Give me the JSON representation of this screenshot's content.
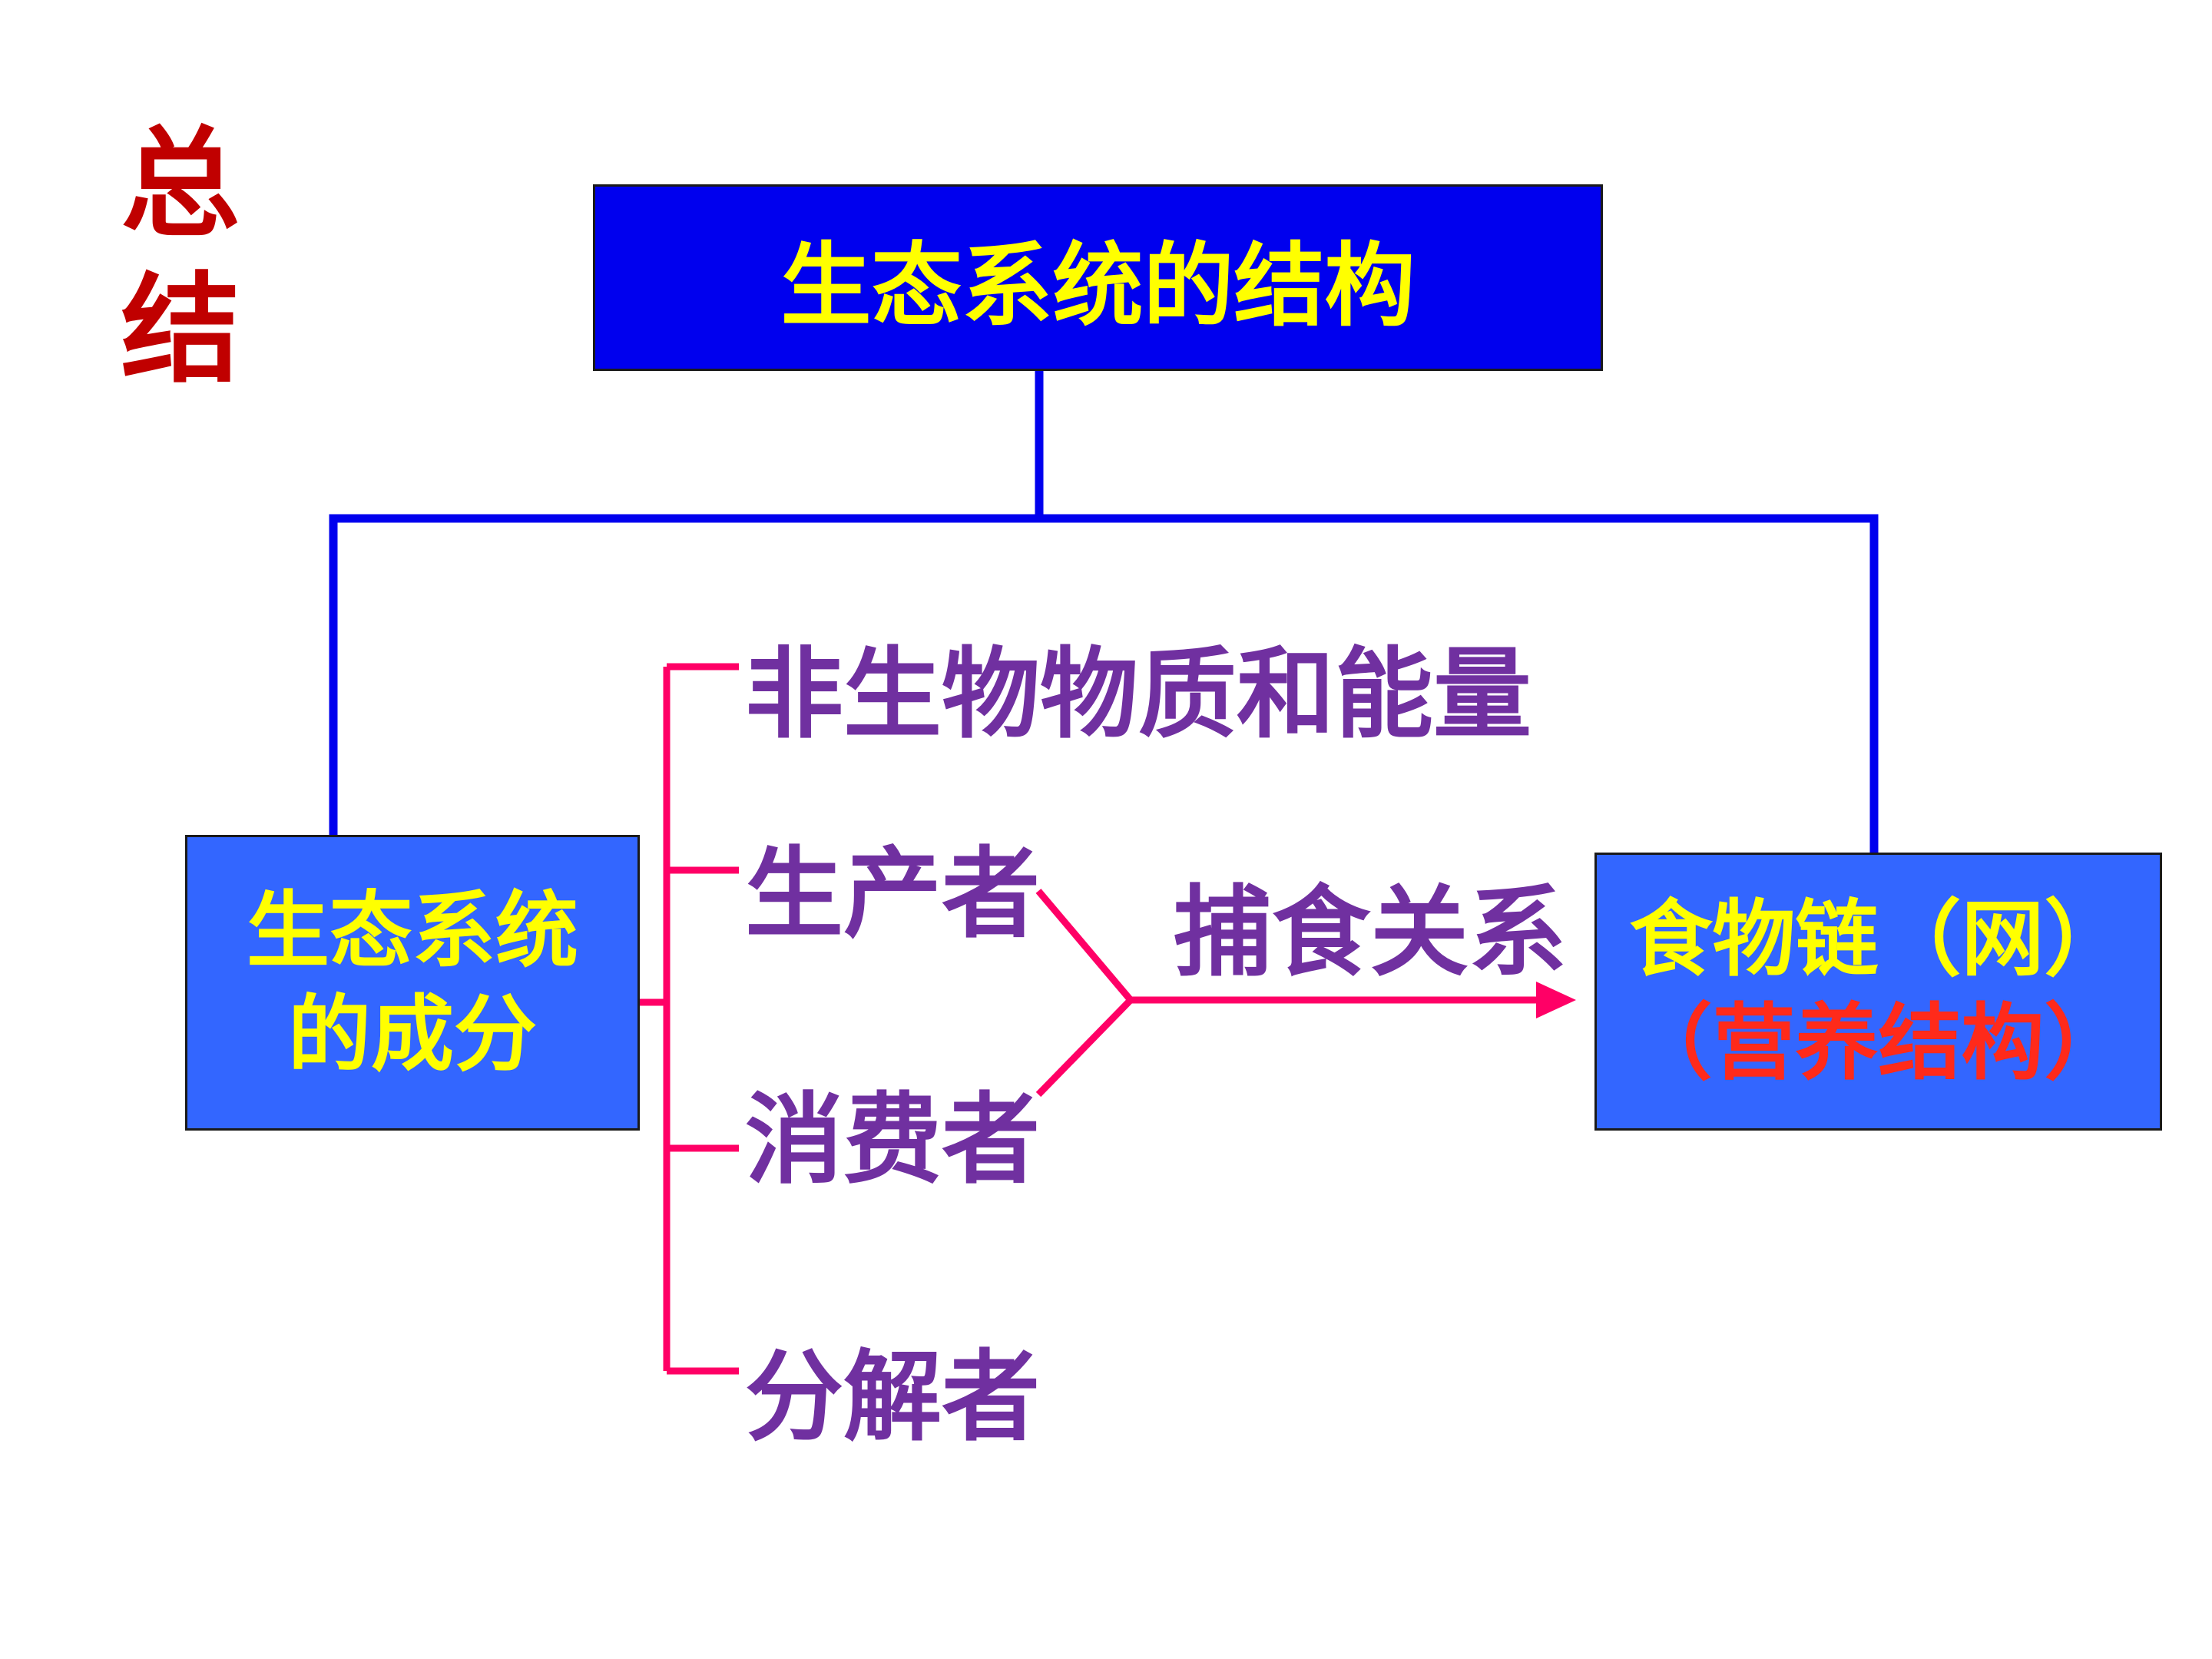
{
  "side_title": {
    "line1": "总",
    "line2": "结"
  },
  "root": {
    "label": "生态系统的结构"
  },
  "components_box": {
    "line1": "生态系统",
    "line2": "的成分"
  },
  "components": [
    "非生物物质和能量",
    "生产者",
    "消费者",
    "分解者"
  ],
  "relation_label": "捕食关系",
  "food_chain_box": {
    "line1": "食物链（网）",
    "line2": "（营养结构）"
  },
  "colors": {
    "title_red": "#c00000",
    "root_fill": "#0000ee",
    "box_fill": "#3366ff",
    "box_text": "#ffff00",
    "sub_text_red": "#ff2a1a",
    "component_text": "#7030a0",
    "tree_blue": "#0000ee",
    "bracket_pink": "#ff0066"
  }
}
